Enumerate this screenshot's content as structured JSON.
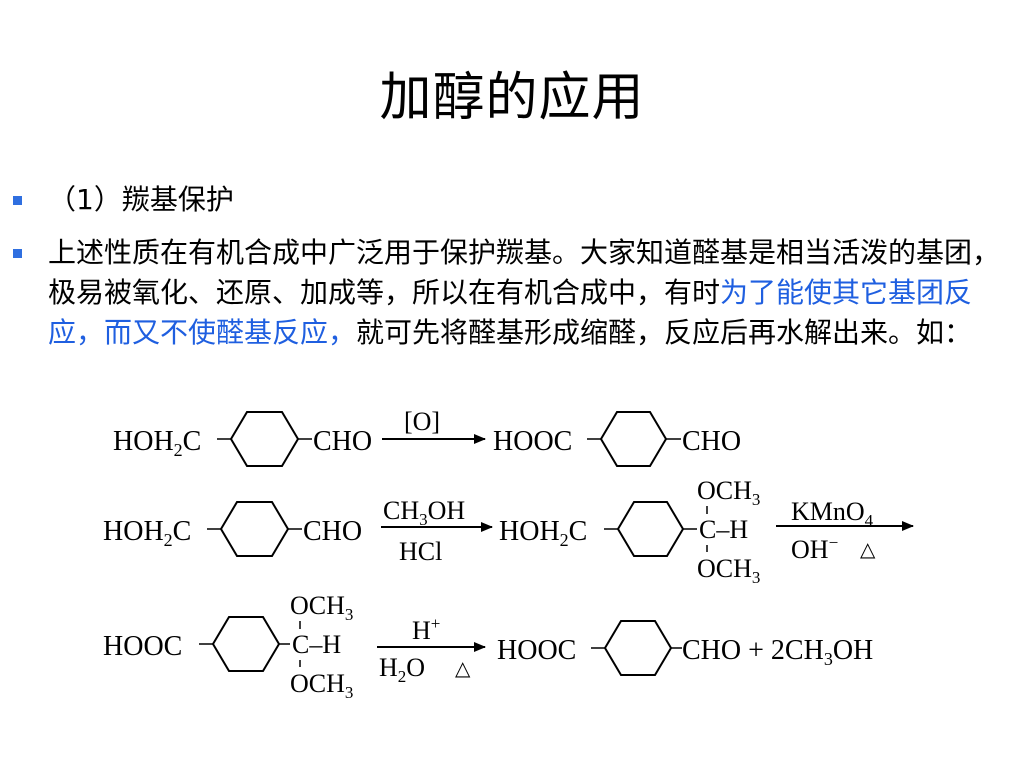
{
  "slide": {
    "title": "加醇的应用",
    "bullets": [
      {
        "text": "（1）羰基保护"
      },
      {
        "text_before": "上述性质在有机合成中广泛用于保护羰基。大家知道醛基是相当活泼的基团，极易被氧化、还原、加成等，所以在有机合成中，有时",
        "text_highlight": "为了能使其它基团反应，而又不使醛基反应，",
        "text_after": "就可先将醛基形成缩醛，反应后再水解出来。如："
      }
    ],
    "highlight_color": "#1f5fe0",
    "bullet_color": "#2f6fe0"
  },
  "scheme": {
    "r1": {
      "left_group": "HOH",
      "left_sub": "2",
      "left_tail": "C",
      "right_group": "CHO",
      "reagent_top": "[O]",
      "product_left": "HOOC",
      "product_right": "CHO"
    },
    "r2": {
      "left_group": "HOH",
      "left_sub": "2",
      "left_tail": "C",
      "right_group": "CHO",
      "reagent_top_a": "CH",
      "reagent_top_sub": "3",
      "reagent_top_b": "OH",
      "reagent_bottom": "HCl",
      "product_left": "HOH",
      "product_left_sub": "2",
      "product_left_tail": "C",
      "och3_top": "OCH",
      "och3_sub": "3",
      "c_h": "C–H",
      "och3_bottom": "OCH",
      "reagent2_top_a": "KMnO",
      "reagent2_top_sub": "4",
      "reagent2_bottom": "OH",
      "reagent2_sup": "−",
      "heat": "△"
    },
    "r3": {
      "left_group": "HOOC",
      "och3_top": "OCH",
      "och3_sub": "3",
      "c_h": "C–H",
      "och3_bottom": "OCH",
      "reagent_top": "H",
      "reagent_top_sup": "+",
      "reagent_bottom_a": "H",
      "reagent_bottom_sub": "2",
      "reagent_bottom_b": "O",
      "heat": "△",
      "product_left": "HOOC",
      "product_right": "CHO + 2CH",
      "product_sub": "3",
      "product_tail": "OH"
    }
  }
}
